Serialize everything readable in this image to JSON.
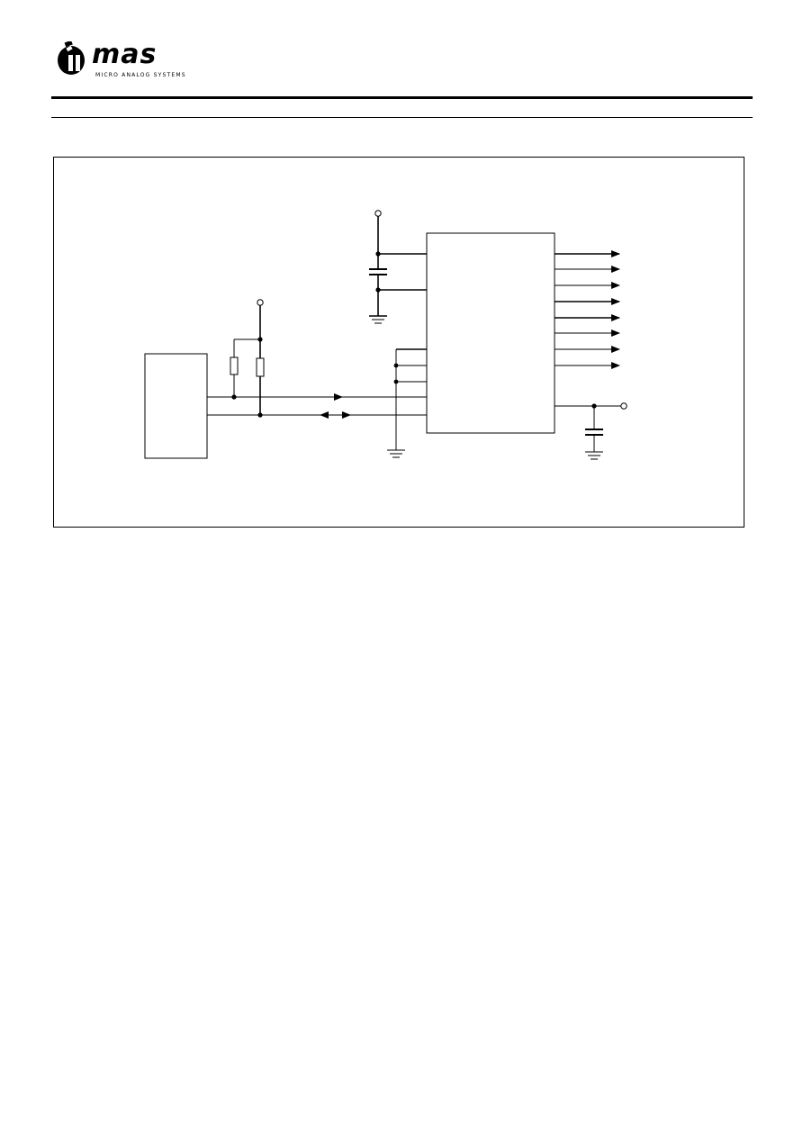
{
  "header": {
    "logo_word": "mas",
    "logo_subtitle": "MICRO ANALOG SYSTEMS"
  },
  "figure": {
    "output_line_count": 8,
    "colors": {
      "ink": "#000000",
      "background": "#ffffff"
    }
  }
}
